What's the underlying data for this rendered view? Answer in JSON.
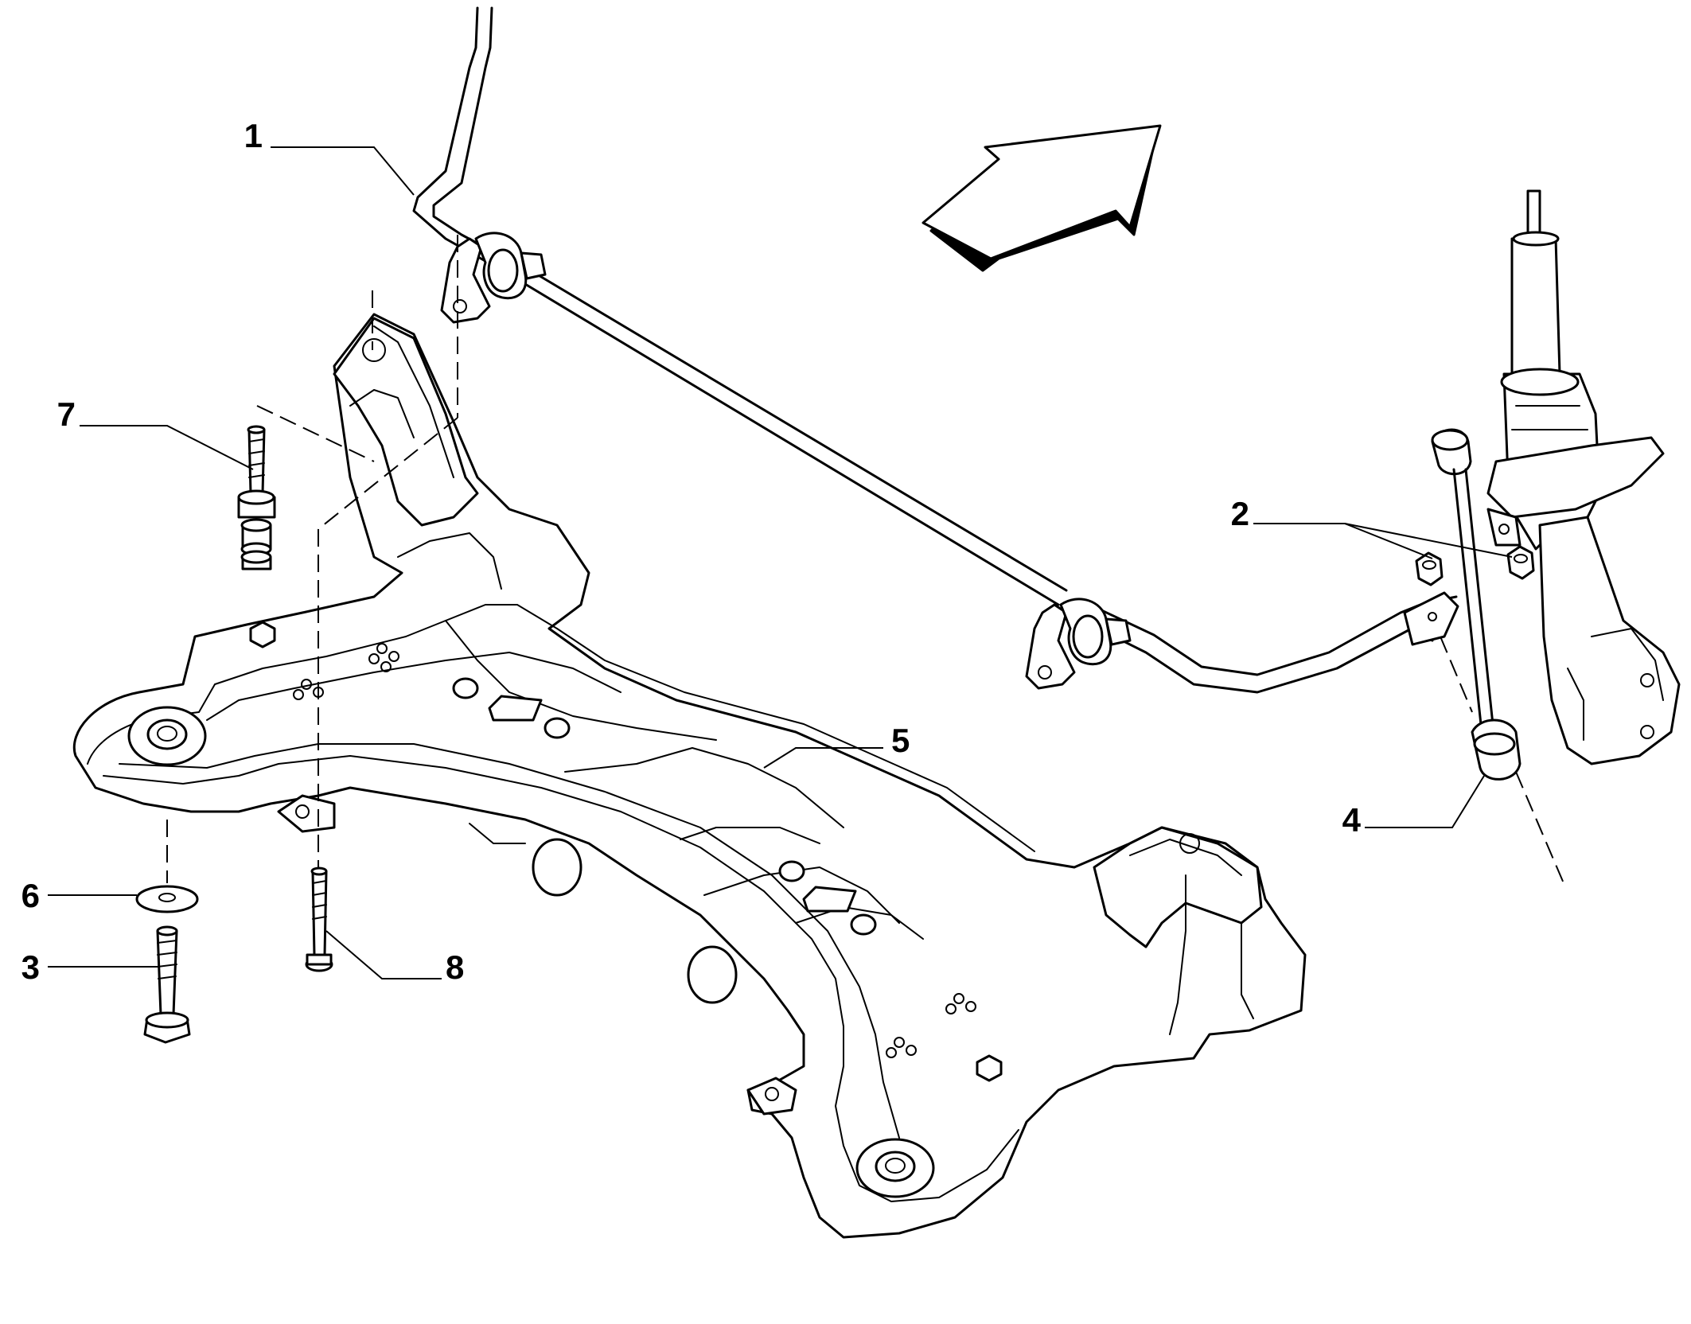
{
  "diagram": {
    "part_labels": {
      "p1": "1",
      "p2": "2",
      "p3": "3",
      "p4": "4",
      "p5": "5",
      "p6": "6",
      "p7": "7",
      "p8": "8"
    },
    "direction_arrow_icon": "arrow-up-right-icon",
    "line_color": "#000000",
    "background_color": "#ffffff"
  }
}
